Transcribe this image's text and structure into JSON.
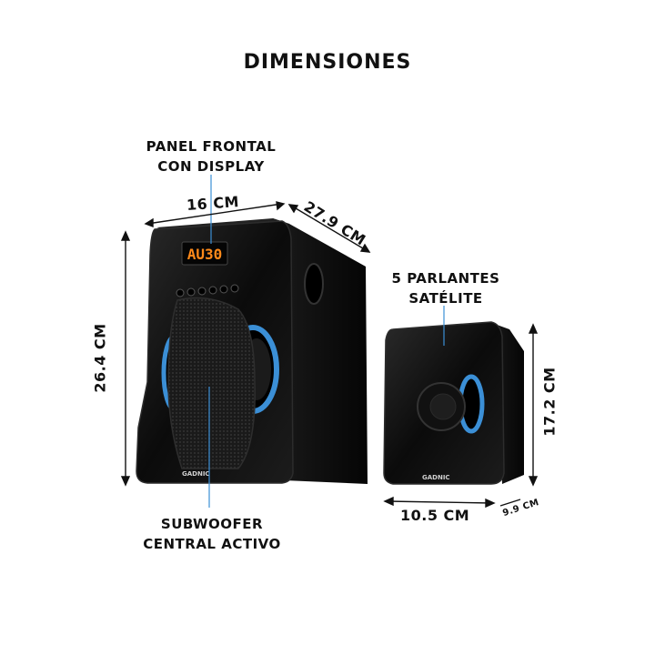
{
  "title": "DIMENSIONES",
  "labels": {
    "panel_line1": "PANEL FRONTAL",
    "panel_line2": "CON DISPLAY",
    "satellite_line1": "5 PARLANTES",
    "satellite_line2": "SATÉLITE",
    "subwoofer_line1": "SUBWOOFER",
    "subwoofer_line2": "CENTRAL ACTIVO"
  },
  "dimensions": {
    "sub_width": "16 CM",
    "sub_depth": "27.9 CM",
    "sub_height": "26.4 CM",
    "sat_height": "17.2 CM",
    "sat_width": "10.5 CM",
    "sat_depth": "9.9 CM"
  },
  "display_text": "AU30",
  "brand": "GADNIC",
  "colors": {
    "accent_blue": "#3b8fd6",
    "display_orange": "#ff8a1a",
    "body": "#0d0d0d"
  }
}
